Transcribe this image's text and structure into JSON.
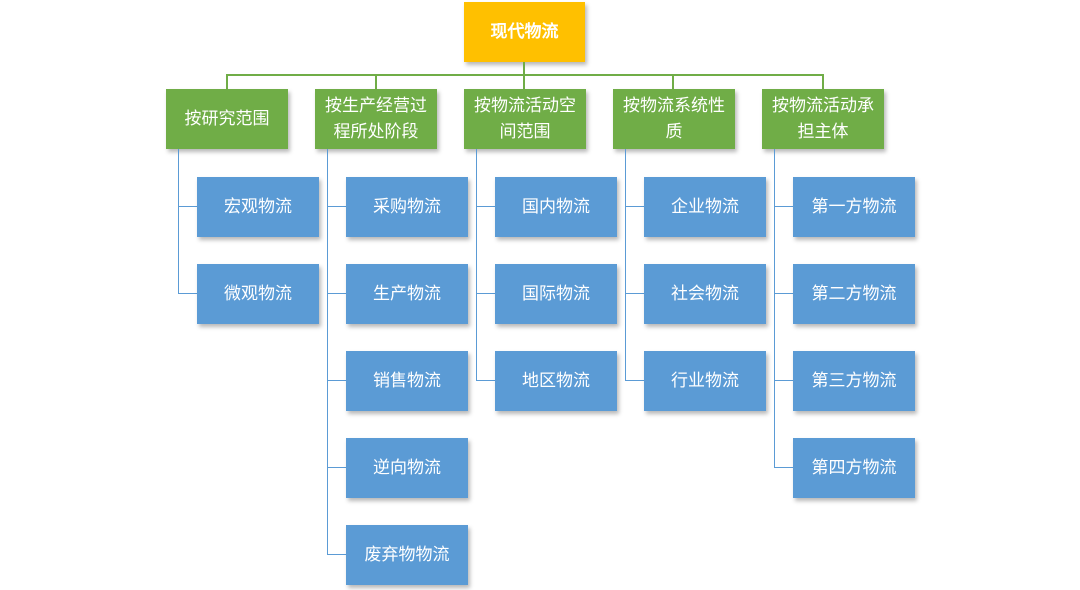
{
  "colors": {
    "root": "#FFC000",
    "category": "#70AD47",
    "leaf": "#5B9BD5",
    "text": "#FFFFFF"
  },
  "root": {
    "label": "现代物流"
  },
  "categories": [
    {
      "label": "按研究范围",
      "children": [
        "宏观物流",
        "微观物流"
      ]
    },
    {
      "label": "按生产经营过\n程所处阶段",
      "children": [
        "采购物流",
        "生产物流",
        "销售物流",
        "逆向物流",
        "废弃物物流"
      ]
    },
    {
      "label": "按物流活动空\n间范围",
      "children": [
        "国内物流",
        "国际物流",
        "地区物流"
      ]
    },
    {
      "label": "按物流系统性\n质",
      "children": [
        "企业物流",
        "社会物流",
        "行业物流"
      ]
    },
    {
      "label": "按物流活动承\n担主体",
      "children": [
        "第一方物流",
        "第二方物流",
        "第三方物流",
        "第四方物流"
      ]
    }
  ]
}
